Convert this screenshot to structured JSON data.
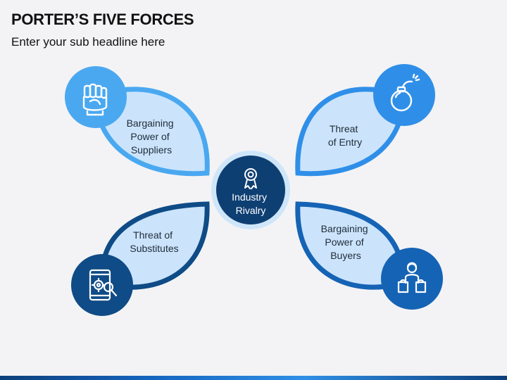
{
  "header": {
    "title": "PORTER’S FIVE FORCES",
    "subtitle": "Enter your sub headline here"
  },
  "center": {
    "line1": "Industry",
    "line2": "Rivalry",
    "icon": "award-ribbon-icon",
    "color": "#0e3f73"
  },
  "forces": {
    "suppliers": {
      "lines": [
        "Bargaining",
        "Power of",
        "Suppliers"
      ],
      "icon": "fist-icon",
      "color": "#4aa8f0"
    },
    "entry": {
      "lines": [
        "Threat",
        "of Entry"
      ],
      "icon": "bomb-icon",
      "color": "#2f8fe8"
    },
    "substitutes": {
      "lines": [
        "Threat of",
        "Substitutes"
      ],
      "icon": "phone-gear-search-icon",
      "color": "#0f4b86"
    },
    "buyers": {
      "lines": [
        "Bargaining",
        "Power of",
        "Buyers"
      ],
      "icon": "buyer-with-bags-icon",
      "color": "#1563b5"
    }
  },
  "colors": {
    "petal_fill": "#cbe4fb",
    "center_ring": "#cfe6fa"
  }
}
